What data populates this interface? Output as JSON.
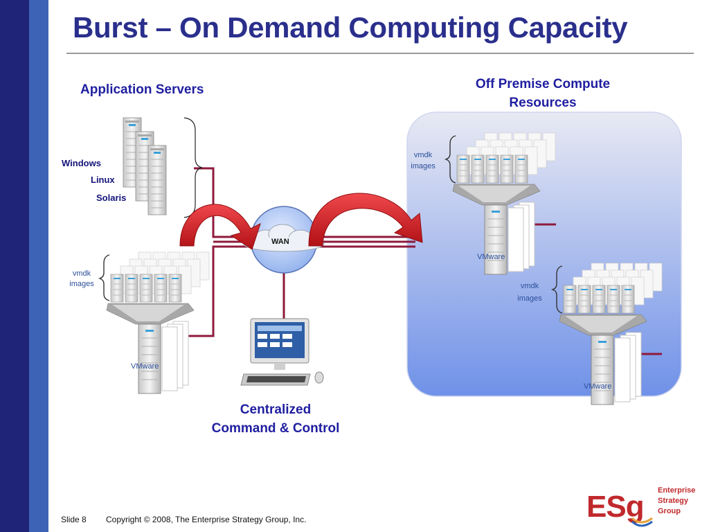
{
  "slide": {
    "title": "Burst – On Demand Computing Capacity",
    "footer_slide": "Slide 8",
    "footer_copyright": "Copyright © 2008, The Enterprise Strategy Group, Inc."
  },
  "labels": {
    "app_servers": "Application Servers",
    "off_premise_line1": "Off Premise Compute",
    "off_premise_line2": "Resources",
    "central_line1": "Centralized",
    "central_line2": "Command & Control",
    "wan": "WAN",
    "os": [
      "Windows",
      "Linux",
      "Solaris"
    ],
    "vmdk_line1": "vmdk",
    "vmdk_line2": "images",
    "vmware": "VMware"
  },
  "logo": {
    "mark": "ESg",
    "line1": "Enterprise",
    "line2": "Strategy",
    "line3": "Group"
  },
  "colors": {
    "title": "#2a2f8c",
    "label": "#1f1ea0",
    "sidebar_dark": "#1f2478",
    "sidebar_light": "#3d63b6",
    "link": "#8e1a3b",
    "arrow": "#d3181f",
    "cloud_panel_top": "#e8e9f3",
    "cloud_panel_bottom": "#6f91e8",
    "logo_red": "#c0292c"
  }
}
